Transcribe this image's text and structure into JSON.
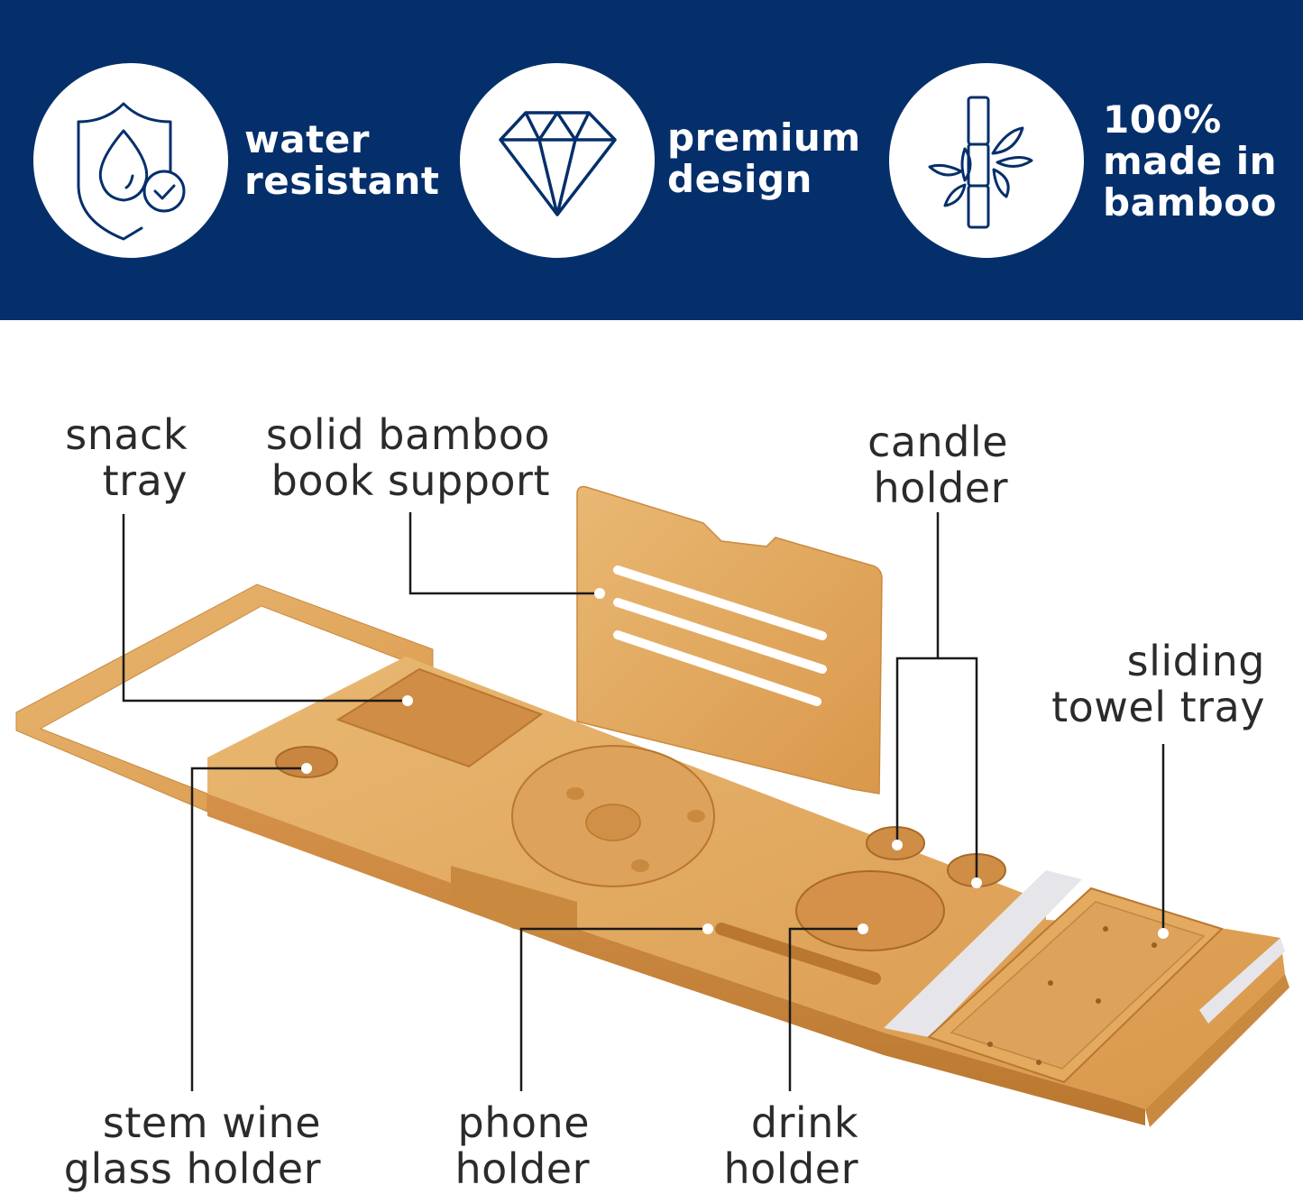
{
  "banner": {
    "background": "#052f6b",
    "features": [
      {
        "icon": "shield-water-drop-check-icon",
        "text": "water\nresistant"
      },
      {
        "icon": "diamond-icon",
        "text": "premium\ndesign"
      },
      {
        "icon": "bamboo-icon",
        "text": "100%\nmade in\nbamboo"
      }
    ]
  },
  "callouts": {
    "snack_tray": "snack\ntray",
    "book_support": "solid bamboo\nbook support",
    "candle_holder": "candle\nholder",
    "towel_tray": "sliding\ntowel tray",
    "wine_holder": "stem wine\nglass holder",
    "phone_holder": "phone\nholder",
    "drink_holder": "drink\nholder"
  },
  "colors": {
    "navy": "#052f6b",
    "wood_light": "#e7b46c",
    "wood_mid": "#d9984b",
    "wood_dark": "#b9772f",
    "label_text": "#2b2b2b"
  }
}
